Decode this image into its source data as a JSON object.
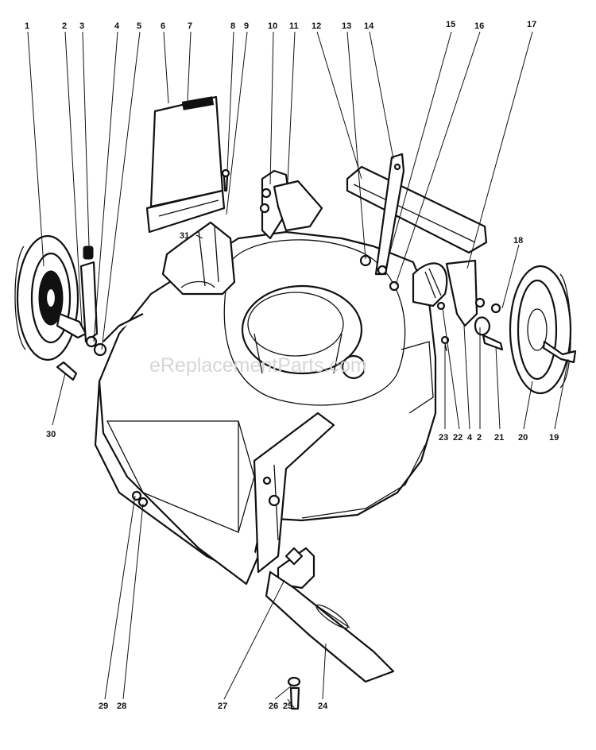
{
  "watermark": "eReplacementParts.com",
  "callouts": [
    "1",
    "2",
    "3",
    "4",
    "5",
    "6",
    "7",
    "8",
    "9",
    "10",
    "11",
    "12",
    "13",
    "14",
    "15",
    "16",
    "17",
    "18",
    "2",
    "21",
    "20",
    "19",
    "23",
    "22",
    "4",
    "30",
    "29",
    "28",
    "27",
    "26",
    "25",
    "24",
    "31"
  ]
}
